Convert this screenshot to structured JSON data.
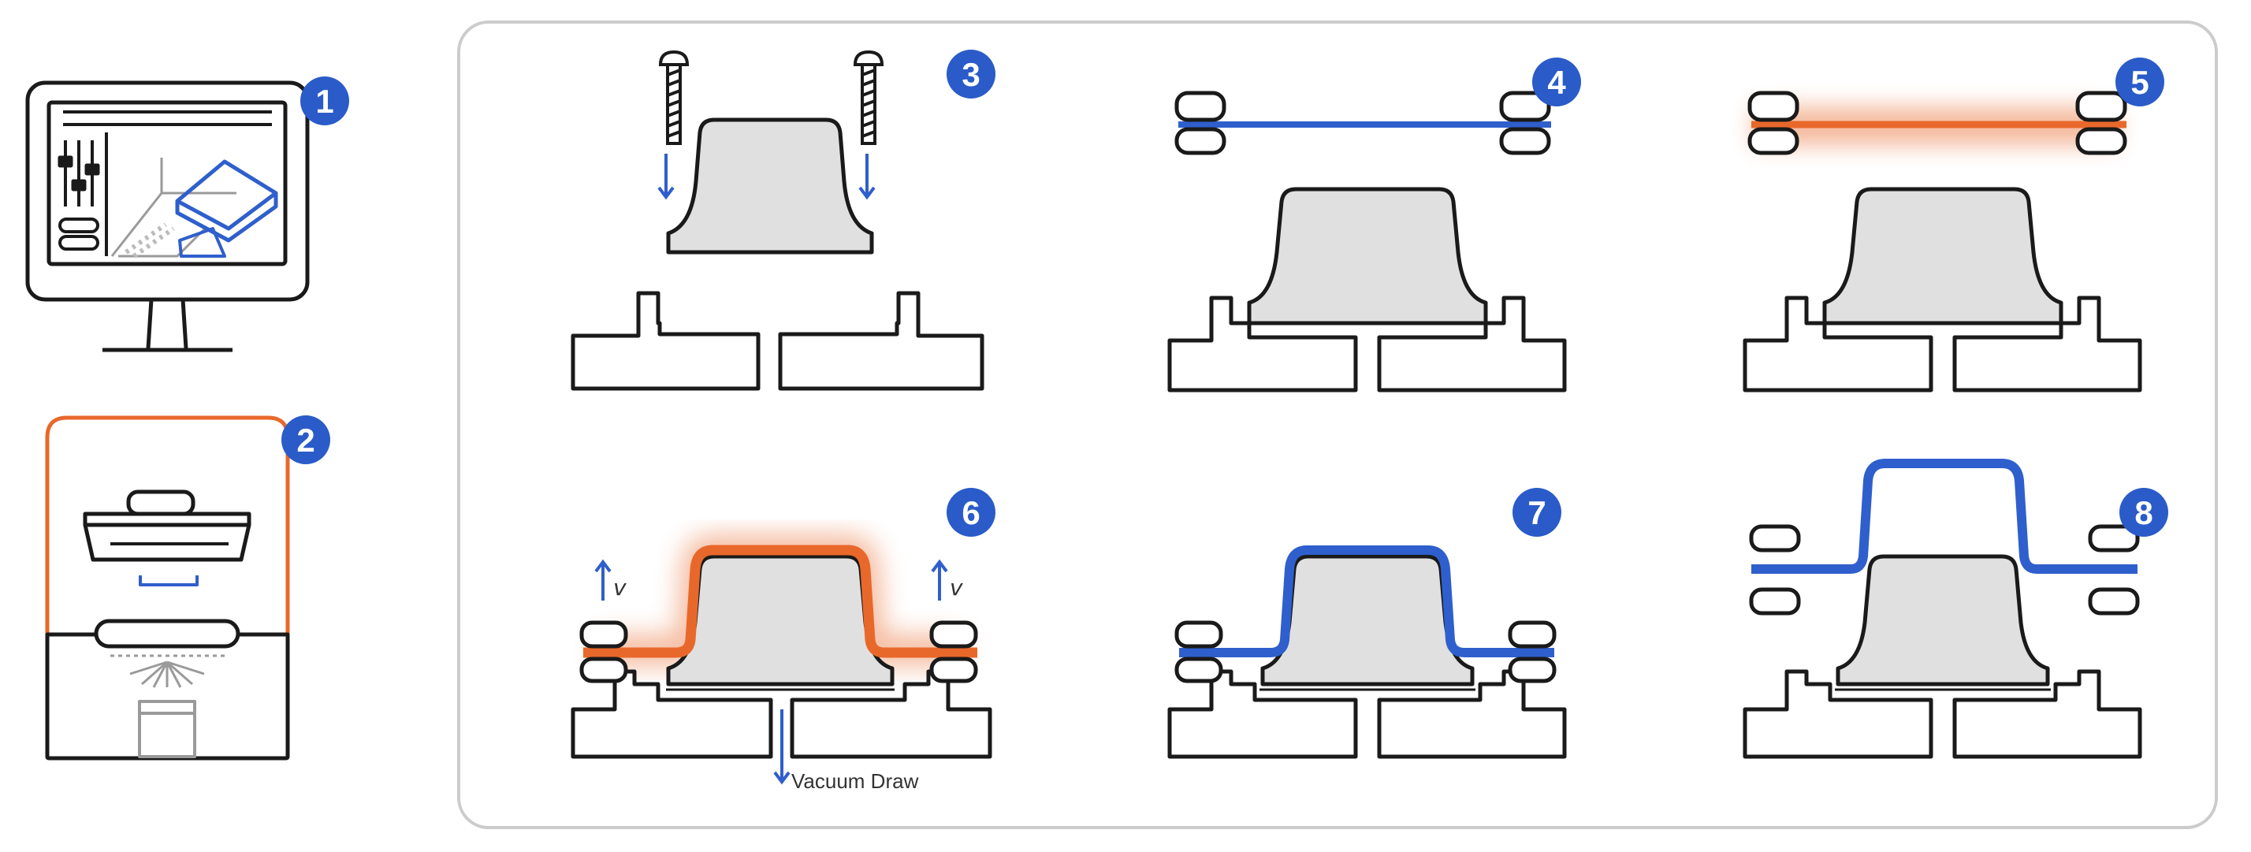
{
  "colors": {
    "badge": "#2a5bc8",
    "sheet_blue": "#2f5fcc",
    "sheet_orange": "#e8682b",
    "heater": "#e8682b",
    "mold_fill": "#e0e0e0",
    "outline": "#1a1a1a",
    "panel_border": "#cccccc"
  },
  "steps": [
    {
      "number": "1",
      "depicts": "computer-monitor-icon"
    },
    {
      "number": "2",
      "depicts": "printer-icon"
    },
    {
      "number": "3",
      "depicts": "mold-mounting"
    },
    {
      "number": "4",
      "depicts": "sheet-clamped"
    },
    {
      "number": "5",
      "depicts": "sheet-heated"
    },
    {
      "number": "6",
      "depicts": "sheet-drawn"
    },
    {
      "number": "7",
      "depicts": "sheet-cooled"
    },
    {
      "number": "8",
      "depicts": "part-released"
    }
  ],
  "labels": {
    "vacuum": "Vacuum Draw",
    "velocity": "v"
  }
}
